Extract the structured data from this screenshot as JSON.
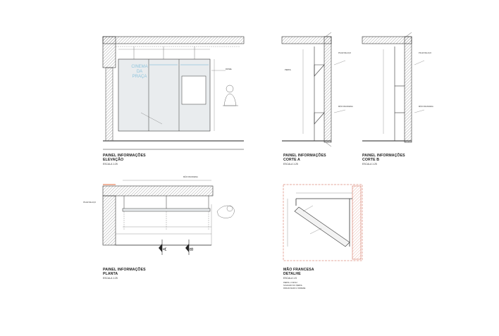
{
  "panel_elevation": {
    "title_line1": "PAINEL INFORMAÇÕES",
    "title_line2": "ELEVAÇÃO",
    "scale": "ESCALA 1:25",
    "graphic_text": [
      "CINEMA",
      "DA",
      "PRAÇA"
    ]
  },
  "corte_a": {
    "title_line1": "PAINEL INFORMAÇÕES",
    "title_line2": "CORTE A",
    "scale": "ESCALA 1:25"
  },
  "corte_b": {
    "title_line1": "PAINEL INFORMAÇÕES",
    "title_line2": "CORTE B",
    "scale": "ESCALA 1:25"
  },
  "planta": {
    "title_line1": "PAINEL INFORMAÇÕES",
    "title_line2": "PLANTA",
    "scale": "ESCALA 1:25",
    "section_marks": [
      "A",
      "B"
    ]
  },
  "mao_francesa": {
    "title_line1": "MÃO FRANCESA",
    "title_line2": "DETALHE",
    "scale": "ESCALA 1:5",
    "note_lines": [
      "PERFIL U 32X12",
      "SOLDADO NO PERFIL",
      "PARAFUSADO À PAREDE"
    ]
  },
  "notes": {
    "pilar": "PILAR DE AÇO",
    "perfil": "PERFIL",
    "painel": "PAINEL",
    "mao": "MÃO FRANCESA"
  },
  "colors": {
    "line": "#333333",
    "panel_fill": "#e9ecee",
    "graphic_blue": "#8fc4dc",
    "accent_orange": "#e46a3a"
  }
}
